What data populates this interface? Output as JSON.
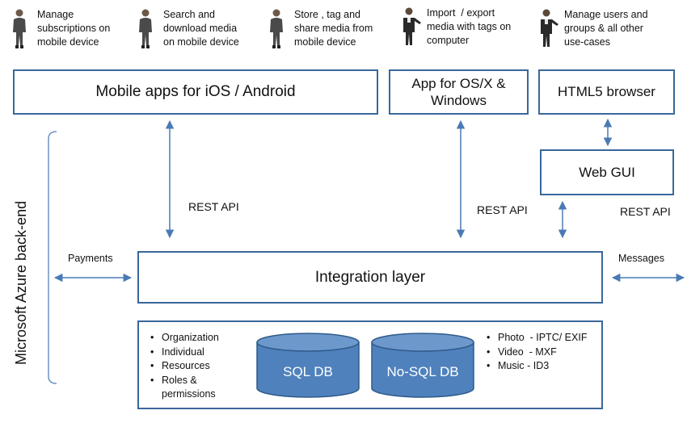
{
  "personas": [
    {
      "text": "Manage\nsubscriptions on\nmobile device",
      "figure": "businesswoman-figure"
    },
    {
      "text": "Search and\ndownload media\non mobile device",
      "figure": "businesswoman-figure"
    },
    {
      "text": "Store , tag and\nshare media from\nmobile device",
      "figure": "businesswoman-figure"
    },
    {
      "text": "Import  / export\nmedia with tags on\ncomputer",
      "figure": "businessman-figure"
    },
    {
      "text": "Manage users and\ngroups & all other\nuse-cases",
      "figure": "businessman-figure"
    }
  ],
  "boxes": {
    "mobile_apps": "Mobile apps for iOS / Android",
    "app_osx_windows": "App for OS/X &\nWindows",
    "html5_browser": "HTML5 browser",
    "web_gui": "Web GUI",
    "integration_layer": "Integration layer"
  },
  "labels": {
    "rest_api_1": "REST API",
    "rest_api_2": "REST API",
    "rest_api_3": "REST API",
    "payments": "Payments",
    "messages": "Messages",
    "azure_backend": "Microsoft Azure back-end"
  },
  "data_layer": {
    "left_bullets": [
      "Organization",
      "Individual",
      "Resources",
      "Roles &\npermissions"
    ],
    "right_bullets": [
      "Photo  - IPTC/ EXIF",
      "Video  - MXF",
      "Music - ID3"
    ],
    "sql_db": "SQL DB",
    "nosql_db": "No-SQL DB"
  },
  "colors": {
    "box_border": "#3a679b",
    "arrow": "#4a7ab5",
    "db_fill": "#4f81bd",
    "db_stroke": "#2e5a8a",
    "db_text": "#ffffff"
  }
}
